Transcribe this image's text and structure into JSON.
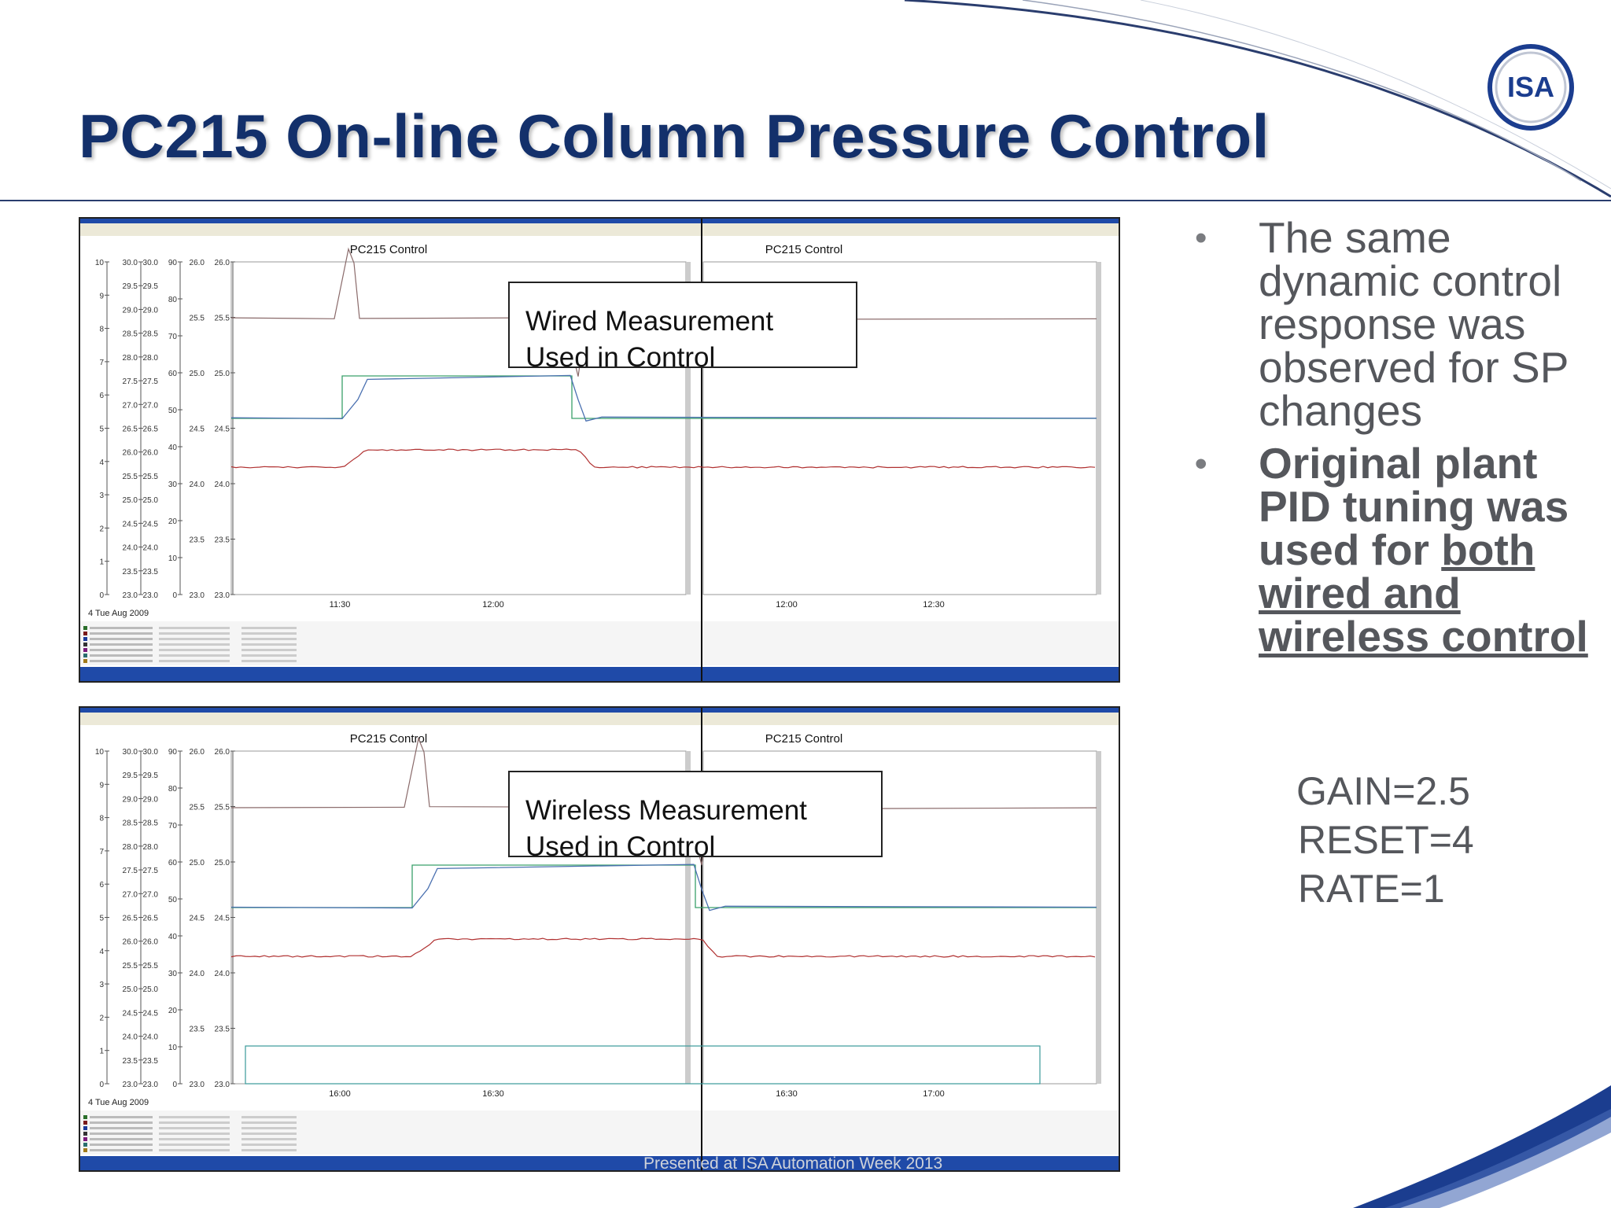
{
  "title": "PC215 On-line Column Pressure Control",
  "logo_text": "ISA",
  "colors": {
    "title": "#13306b",
    "rule": "#2a3d6e",
    "bullet_text": "#55575c",
    "accent": "#1b3d8f"
  },
  "screenshots": [
    {
      "chart_title": "PC215 Control",
      "annotation": [
        "Wired Measurement",
        "Used in Control"
      ],
      "date_label": "4 Tue Aug 2009",
      "x_ticks_left": [
        "11:30",
        "12:00"
      ],
      "x_ticks_right": [
        "12:00",
        "12:30"
      ]
    },
    {
      "chart_title": "PC215 Control",
      "annotation": [
        "Wireless Measurement",
        "Used in Control"
      ],
      "date_label": "4 Tue Aug 2009",
      "x_ticks_left": [
        "16:00",
        "16:30"
      ],
      "x_ticks_right": [
        "16:30",
        "17:00"
      ]
    }
  ],
  "bullets": [
    {
      "text": "The same dynamic control response was observed for SP changes"
    },
    {
      "prefix": "Original plant PID tuning was used for ",
      "underlined": "both wired and wireless control"
    }
  ],
  "params": [
    "GAIN=2.5",
    "RESET=4",
    "RATE=1"
  ],
  "footer": "Presented at ISA Automation Week 2013",
  "chart_data": [
    {
      "type": "line",
      "title": "PC215 Control",
      "y_axes": [
        {
          "ticks": [
            10,
            9,
            8,
            7,
            6,
            5,
            4,
            3,
            2,
            1,
            0
          ]
        },
        {
          "ticks": [
            30.0,
            29.5,
            29.0,
            28.5,
            28.0,
            27.5,
            27.0,
            26.5,
            26.0,
            25.5,
            25.0,
            24.5,
            24.0,
            23.5,
            23.0
          ]
        },
        {
          "ticks": [
            90,
            80,
            70,
            60,
            50,
            40,
            30,
            20,
            10,
            0
          ]
        },
        {
          "ticks": [
            26.0,
            25.5,
            25.0,
            24.5,
            24.0,
            23.5,
            23.0
          ]
        }
      ],
      "x_ticks": [
        "11:30",
        "12:00",
        "12:00",
        "12:30"
      ],
      "grid": false
    },
    {
      "type": "line",
      "title": "PC215 Control",
      "y_axes": [
        {
          "ticks": [
            10,
            9,
            8,
            7,
            6,
            5,
            4,
            3,
            2,
            1,
            0
          ]
        },
        {
          "ticks": [
            30.0,
            29.5,
            29.0,
            28.5,
            28.0,
            27.5,
            27.0,
            26.5,
            26.0,
            25.5,
            25.0,
            24.5,
            24.0,
            23.5,
            23.0
          ]
        },
        {
          "ticks": [
            90,
            80,
            70,
            60,
            50,
            40,
            30,
            20,
            10,
            0
          ]
        },
        {
          "ticks": [
            26.0,
            25.5,
            25.0,
            24.5,
            24.0,
            23.5,
            23.0
          ]
        }
      ],
      "x_ticks": [
        "16:00",
        "16:30",
        "16:30",
        "17:00"
      ],
      "grid": false
    }
  ]
}
